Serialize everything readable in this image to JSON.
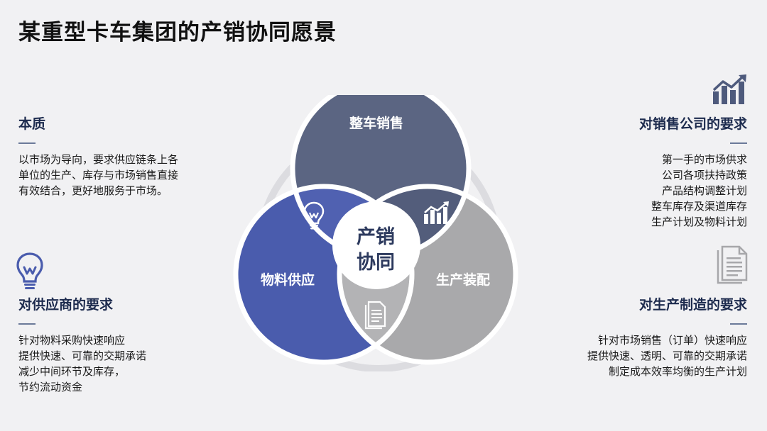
{
  "title": "某重型卡车集团的产销协同愿景",
  "left_top": {
    "heading": "本质",
    "lines": [
      "以市场为导向，要求供应链条上各",
      "单位的生产、库存与市场销售直接",
      "有效结合，更好地服务于市场。"
    ]
  },
  "left_bottom": {
    "icon": "lightbulb-icon",
    "heading": "对供应商的要求",
    "lines": [
      "针对物料采购快速响应",
      "提供快速、可靠的交期承诺",
      "减少中间环节及库存，",
      "节约流动资金"
    ]
  },
  "right_top": {
    "icon": "rising-chart-icon",
    "heading": "对销售公司的要求",
    "lines": [
      "第一手的市场供求",
      "公司各项扶持政策",
      "产品结构调整计划",
      "整车库存及渠道库存",
      "生产计划及物料计划"
    ]
  },
  "right_bottom": {
    "icon": "document-icon",
    "heading": "对生产制造的要求",
    "lines": [
      "针对市场销售（订单）快速响应",
      "提供快速、透明、可靠的交期承诺",
      "制定成本效率均衡的生产计划"
    ]
  },
  "venn": {
    "top_label": "整车销售",
    "left_label": "物料供应",
    "right_label": "生产装配",
    "center_line1": "产销",
    "center_line2": "协同",
    "colors": {
      "top": "#5b6582",
      "left": "#4a5cad",
      "right": "#a9a9ab",
      "center": "#ffffff",
      "ring": "#dcdce0"
    }
  }
}
